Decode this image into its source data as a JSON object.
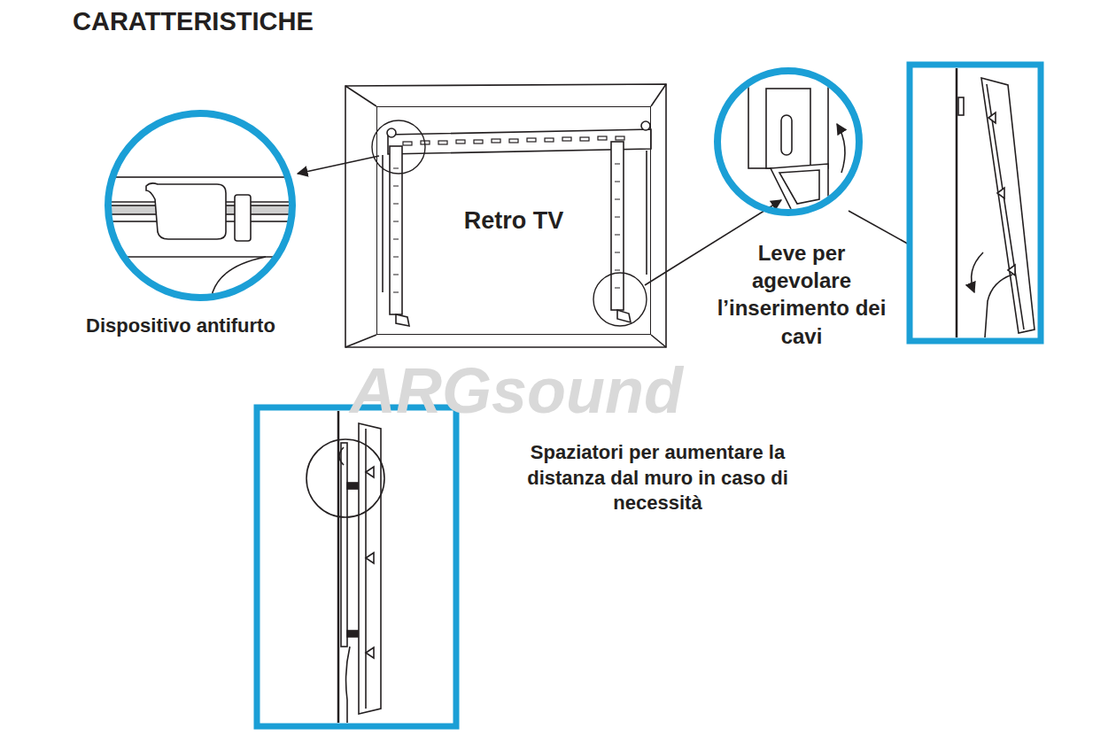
{
  "diagram": {
    "title": "CARATTERISTICHE",
    "nodes": [
      {
        "text": [
          "Retro TV"
        ]
      }
    ],
    "labels": [
      "Dispositivo antifurto",
      "Leve per agevolare l’inserimento dei cavi",
      "Spaziatori per aumentare la distanza dal muro in caso di necessità",
      "ARGsound"
    ]
  }
}
